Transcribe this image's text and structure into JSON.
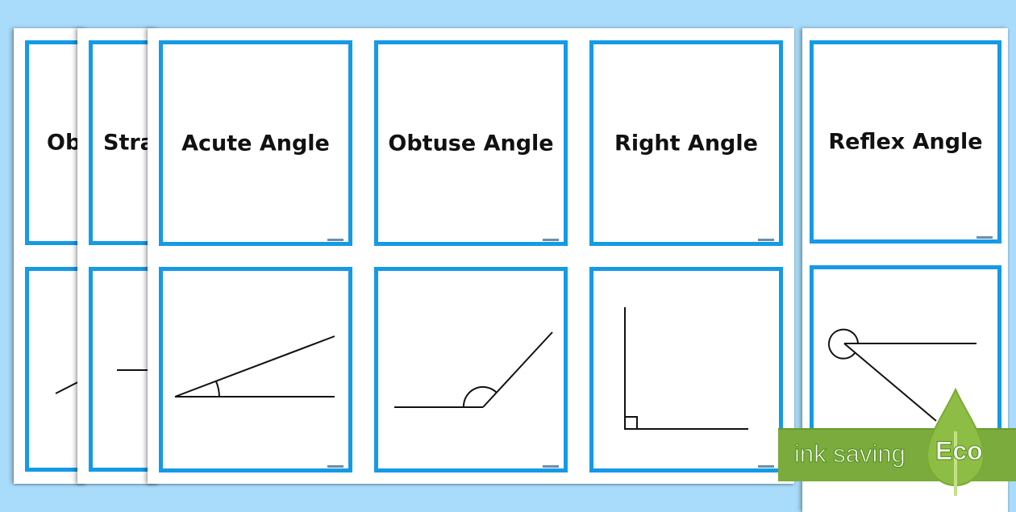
{
  "cards": {
    "sheet1_title": "Ob",
    "sheet2_title": "Stra",
    "acute": "Acute Angle",
    "obtuse": "Obtuse Angle",
    "right": "Right Angle",
    "reflex": "Reflex Angle"
  },
  "badge": {
    "label": "ink saving",
    "eco": "Eco",
    "color": "#7aab3c"
  },
  "colors": {
    "background": "#a9dcfa",
    "card_border": "#159ae6"
  }
}
